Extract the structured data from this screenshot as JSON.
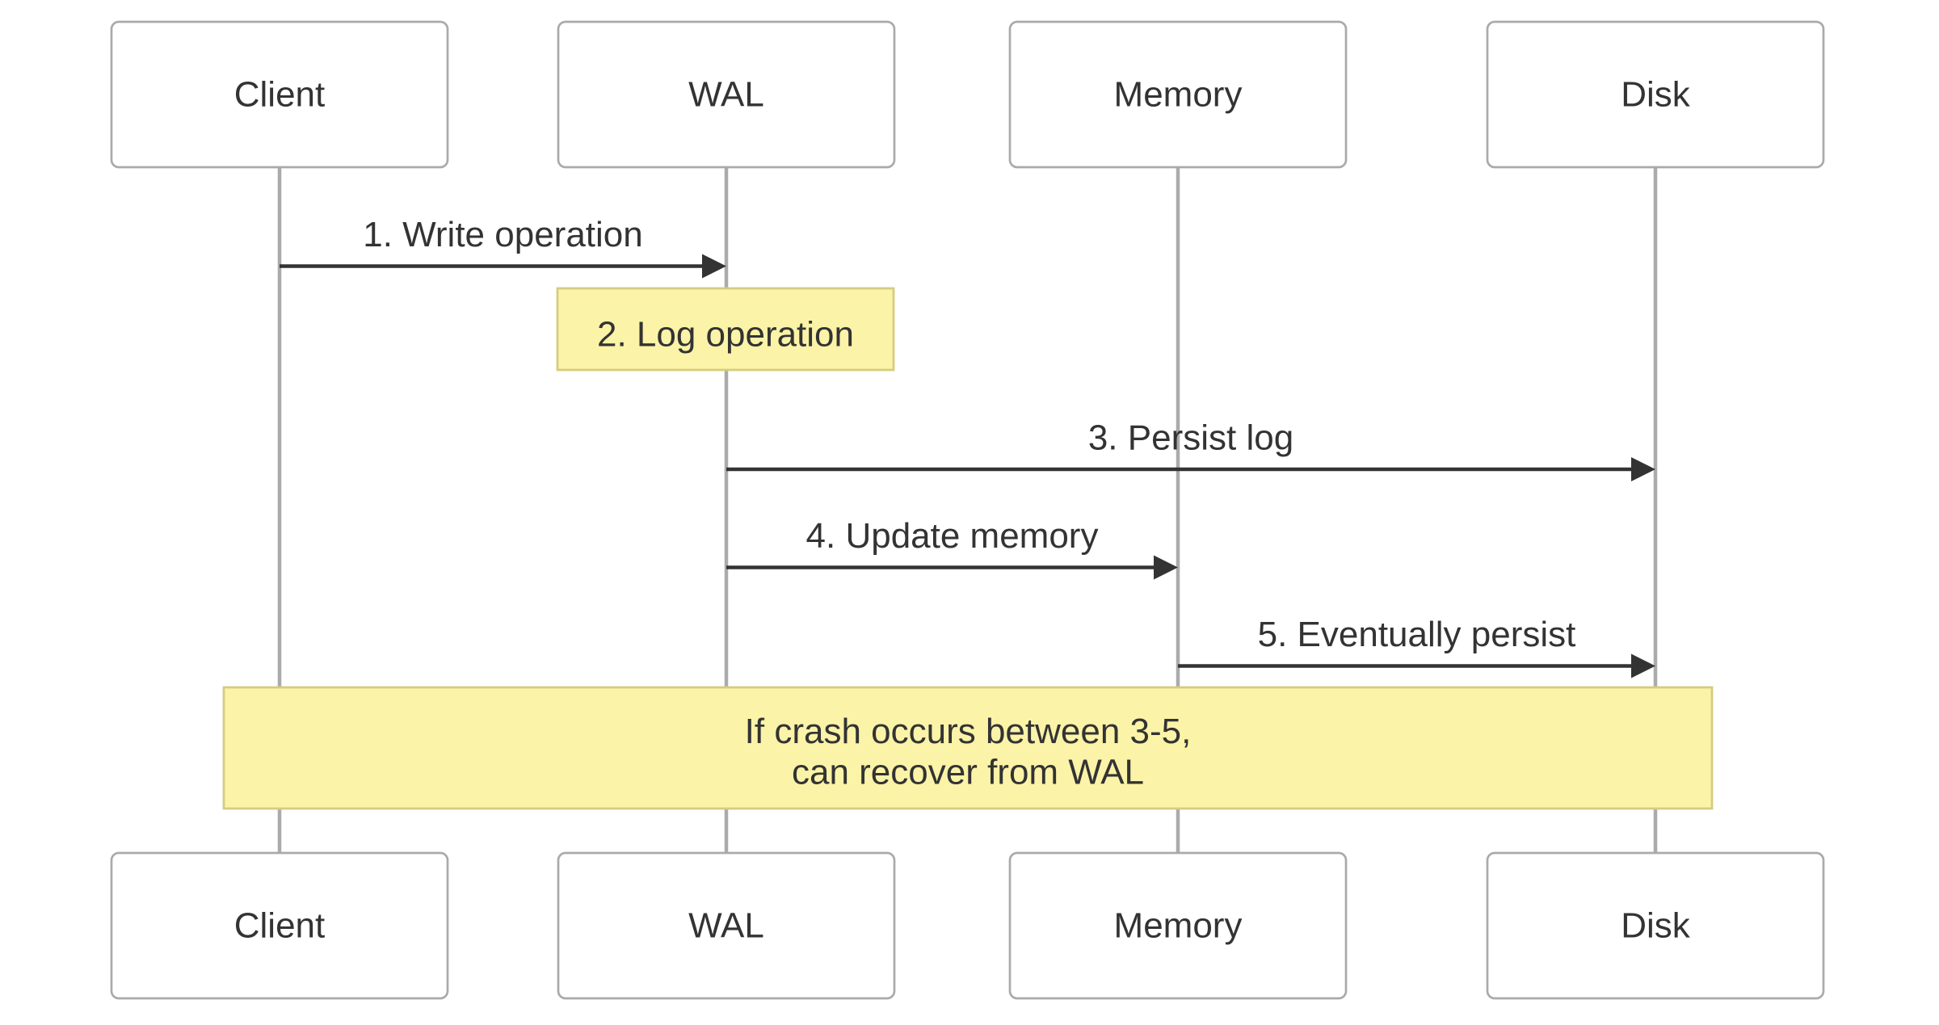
{
  "diagram": {
    "type": "sequence",
    "actors": [
      {
        "label": "Client"
      },
      {
        "label": "WAL"
      },
      {
        "label": "Memory"
      },
      {
        "label": "Disk"
      }
    ],
    "messages": [
      {
        "label": "1. Write operation",
        "from": "Client",
        "to": "WAL"
      },
      {
        "label": "3. Persist log",
        "from": "WAL",
        "to": "Disk"
      },
      {
        "label": "4. Update memory",
        "from": "WAL",
        "to": "Memory"
      },
      {
        "label": "5. Eventually persist",
        "from": "Memory",
        "to": "Disk"
      }
    ],
    "notes": [
      {
        "label": "2. Log operation",
        "over": "WAL"
      },
      {
        "line1": "If crash occurs between 3-5,",
        "line2": "can recover from WAL",
        "over": "Client, Disk"
      }
    ],
    "colors": {
      "background": "#ffffff",
      "actor_fill": "#ffffff",
      "actor_border": "#aaaaaa",
      "lifeline": "#ababab",
      "message": "#333333",
      "text": "#333333",
      "note_fill": "#fbf3a7",
      "note_border": "#d6cc80"
    }
  }
}
